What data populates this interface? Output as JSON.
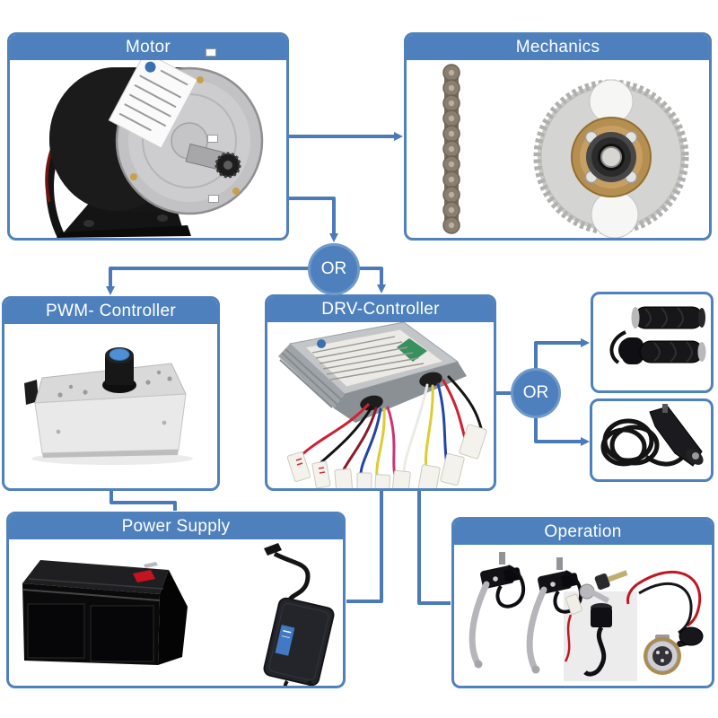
{
  "colors": {
    "accent": "#4d80bd",
    "box_border": "#4f81bd",
    "connector": "#4a7ab8",
    "background": "#ffffff",
    "header_text": "#ffffff"
  },
  "boxes": {
    "motor": {
      "label": "Motor"
    },
    "mechanics": {
      "label": "Mechanics"
    },
    "pwm": {
      "label": "PWM- Controller"
    },
    "drv": {
      "label": "DRV-Controller"
    },
    "power": {
      "label": "Power Supply"
    },
    "operation": {
      "label": "Operation"
    }
  },
  "or_nodes": {
    "top": {
      "label": "OR"
    },
    "right": {
      "label": "OR"
    }
  },
  "photos": {
    "motor": "brushed-dc-motor",
    "mechanics": "roller-chain-and-sprocket",
    "pwm": "pwm-controller-with-blue-knob",
    "drv": "motor-controller-with-wire-harness",
    "throttle_twist": "twist-throttle-grips",
    "throttle_thumb": "thumb-throttle-with-coiled-cable",
    "power": "lead-acid-battery-and-charger",
    "operation": "brake-levers-key-switch-charging-port"
  }
}
